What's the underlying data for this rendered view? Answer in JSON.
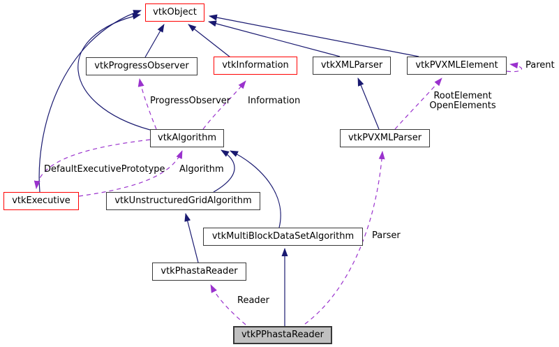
{
  "diagram": {
    "type": "collaboration-graph",
    "focus_class": "vtkPPhastaReader",
    "colors": {
      "inheritance_edge": "#191970",
      "usage_edge": "#9a32cd",
      "highlight_border": "#ff0000",
      "node_border": "#383838",
      "focus_fill": "#c0c0c0",
      "background": "#ffffff"
    },
    "nodes": [
      {
        "label": "vtkObject",
        "variant": "red"
      },
      {
        "label": "vtkProgressObserver",
        "variant": "normal"
      },
      {
        "label": "vtkInformation",
        "variant": "red"
      },
      {
        "label": "vtkXMLParser",
        "variant": "normal"
      },
      {
        "label": "vtkPVXMLElement",
        "variant": "normal"
      },
      {
        "label": "vtkAlgorithm",
        "variant": "normal"
      },
      {
        "label": "vtkPVXMLParser",
        "variant": "normal"
      },
      {
        "label": "vtkExecutive",
        "variant": "red"
      },
      {
        "label": "vtkUnstructuredGridAlgorithm",
        "variant": "normal"
      },
      {
        "label": "vtkMultiBlockDataSetAlgorithm",
        "variant": "normal"
      },
      {
        "label": "vtkPhastaReader",
        "variant": "normal"
      },
      {
        "label": "vtkPPhastaReader",
        "variant": "focus"
      }
    ],
    "edge_labels": [
      {
        "text": "ProgressObserver"
      },
      {
        "text": "Information"
      },
      {
        "text": "RootElement\nOpenElements"
      },
      {
        "text": "Parent"
      },
      {
        "text": "DefaultExecutivePrototype"
      },
      {
        "text": "Algorithm"
      },
      {
        "text": "Parser"
      },
      {
        "text": "Reader"
      }
    ]
  }
}
